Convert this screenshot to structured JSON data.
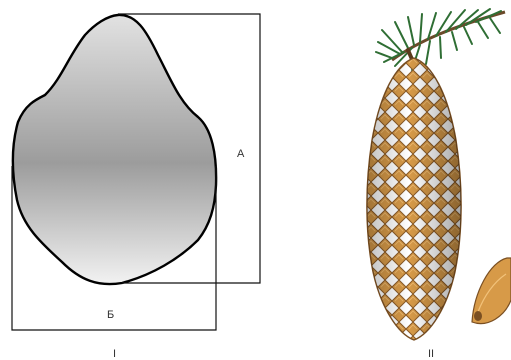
{
  "figure_left": {
    "label": "I",
    "measure_a_label": "А",
    "measure_b_label": "Б",
    "outline_color": "#000000",
    "fill_gradient": [
      "#e2e2e2",
      "#9c9c9c",
      "#f2f2f2"
    ]
  },
  "figure_right": {
    "label": "II",
    "cone_color": "#c58a3c",
    "scale_color": "#8a5a26",
    "needle_color": "#3b7a3b"
  }
}
